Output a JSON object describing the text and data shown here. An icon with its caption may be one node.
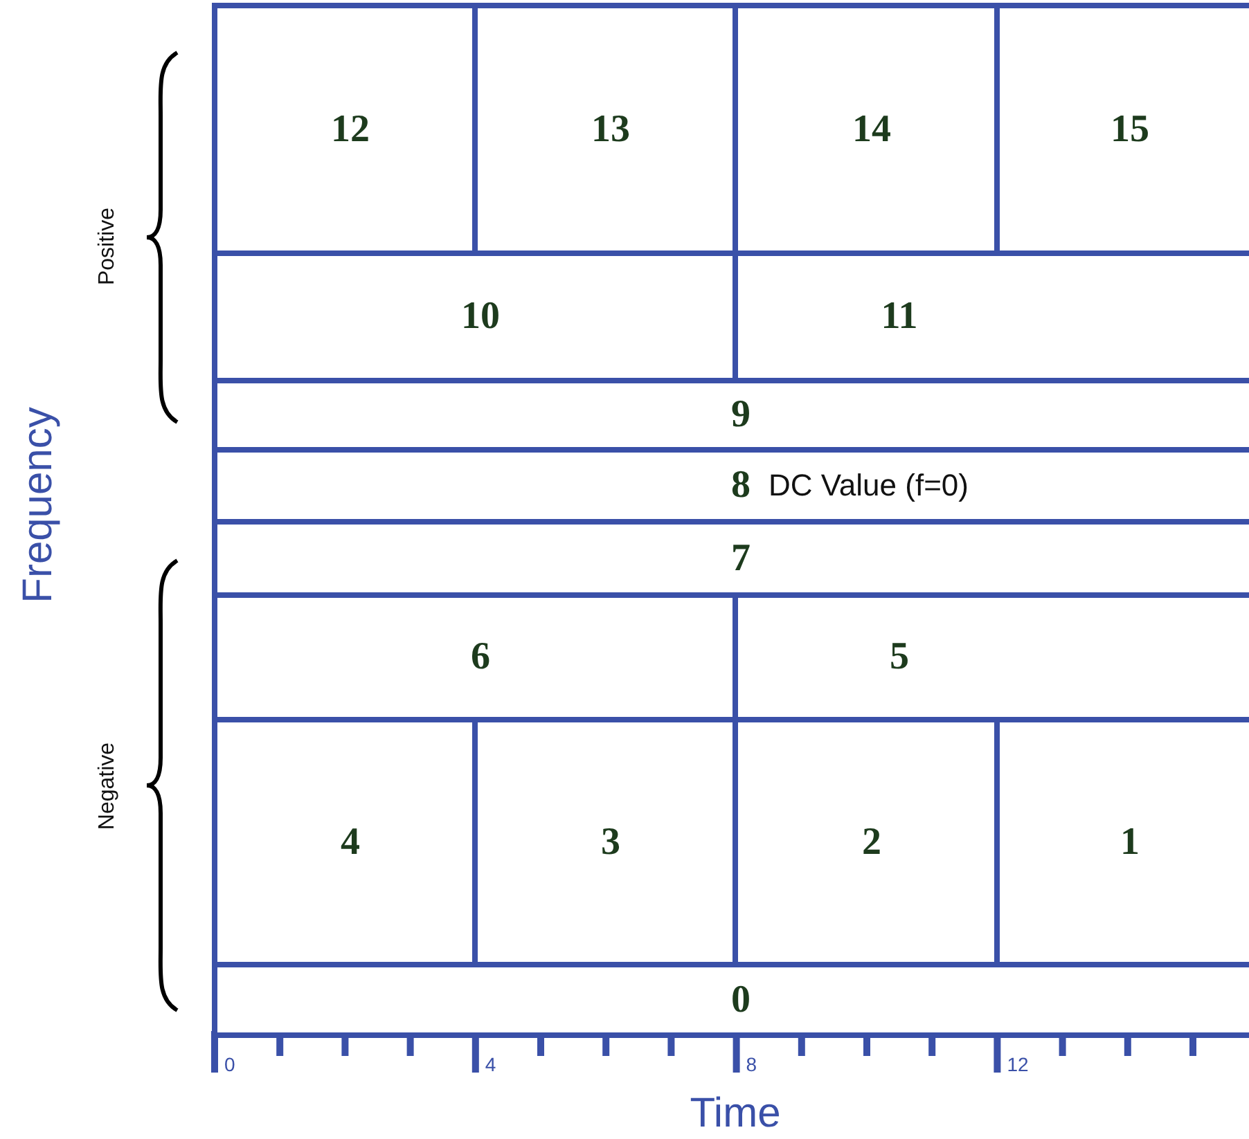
{
  "diagram": {
    "nodes": [
      {
        "text": [
          "12"
        ]
      },
      {
        "text": [
          "13"
        ]
      },
      {
        "text": [
          "14"
        ]
      },
      {
        "text": [
          "15"
        ]
      },
      {
        "text": [
          "10"
        ]
      },
      {
        "text": [
          "11"
        ]
      },
      {
        "text": [
          "9"
        ]
      },
      {
        "text": [
          "8",
          "DC Value (f=0)"
        ]
      },
      {
        "text": [
          "7"
        ]
      },
      {
        "text": [
          "6"
        ]
      },
      {
        "text": [
          "5"
        ]
      },
      {
        "text": [
          "4"
        ]
      },
      {
        "text": [
          "3"
        ]
      },
      {
        "text": [
          "2"
        ]
      },
      {
        "text": [
          "1"
        ]
      },
      {
        "text": [
          "0"
        ]
      }
    ],
    "edges": [],
    "labels": [
      "Positive",
      "Frequency",
      "Negative",
      "0",
      "4",
      "8",
      "12",
      "Time"
    ]
  }
}
